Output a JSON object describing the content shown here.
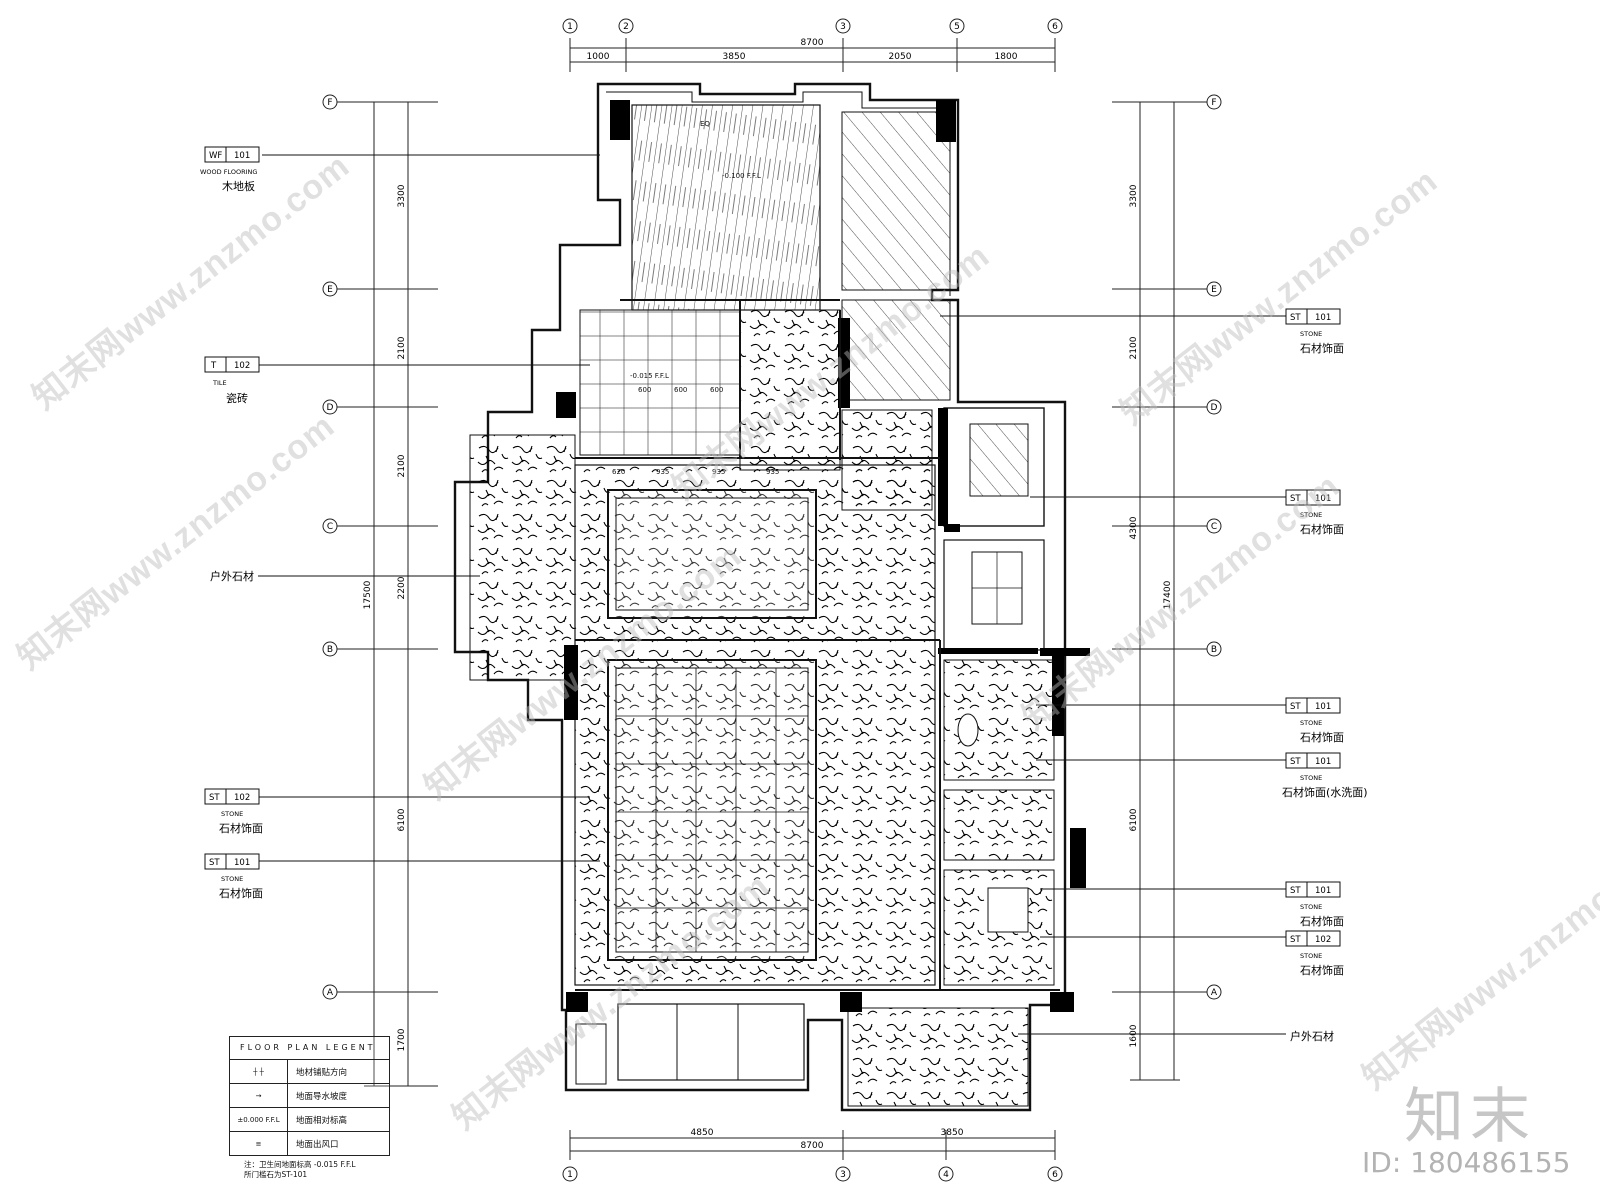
{
  "grid": {
    "top_axes": [
      "1",
      "2",
      "3",
      "5",
      "6"
    ],
    "bottom_axes": [
      "1",
      "3",
      "4",
      "6"
    ],
    "row_axes": [
      "F",
      "E",
      "D",
      "C",
      "B",
      "A"
    ],
    "top_total": "8700",
    "top_segments": [
      "1000",
      "3850",
      "2050",
      "1800"
    ],
    "bottom_total": "8700",
    "bottom_segments": [
      "4850",
      "3850"
    ],
    "left_total": "17500",
    "left_segments": [
      "3300",
      "2100",
      "2100",
      "2200",
      "6100",
      "1700"
    ],
    "right_total": "17400",
    "right_segments": [
      "3300",
      "2100",
      "4300",
      "6100",
      "1600"
    ]
  },
  "callouts_left": [
    {
      "code": "WF",
      "num": "101",
      "en": "WOOD FLOORING",
      "cn": "木地板"
    },
    {
      "code": "T",
      "num": "102",
      "en": "TILE",
      "cn": "瓷砖"
    },
    {
      "code": "",
      "num": "",
      "en": "",
      "cn": "户外石材"
    },
    {
      "code": "ST",
      "num": "102",
      "en": "STONE",
      "cn": "石材饰面"
    },
    {
      "code": "ST",
      "num": "101",
      "en": "STONE",
      "cn": "石材饰面"
    }
  ],
  "callouts_right": [
    {
      "code": "ST",
      "num": "101",
      "en": "STONE",
      "cn": "石材饰面"
    },
    {
      "code": "ST",
      "num": "101",
      "en": "STONE",
      "cn": "石材饰面"
    },
    {
      "code": "ST",
      "num": "101",
      "en": "STONE",
      "cn": "石材饰面"
    },
    {
      "code": "ST",
      "num": "101",
      "en": "STONE",
      "cn": "石材饰面(水洗面)"
    },
    {
      "code": "ST",
      "num": "101",
      "en": "STONE",
      "cn": "石材饰面"
    },
    {
      "code": "ST",
      "num": "102",
      "en": "STONE",
      "cn": "石材饰面"
    },
    {
      "code": "",
      "num": "",
      "en": "",
      "cn": "户外石材"
    }
  ],
  "plan_labels": {
    "level_1": "-0.100 F.F.L",
    "level_2": "-0.015 F.F.L",
    "eq": "EQ",
    "tile_dims": [
      "600",
      "600",
      "600"
    ],
    "stone_dims": [
      "935",
      "935",
      "935"
    ],
    "edge_dim": "620"
  },
  "legend": {
    "title": "FLOOR PLAN LEGENT",
    "rows": [
      {
        "symbol": "┼ ┼",
        "text": "地材铺贴方向"
      },
      {
        "symbol": "→",
        "text": "地面导水坡度"
      },
      {
        "symbol": "±0.000 F.F.L",
        "text": "地面相对标高"
      },
      {
        "symbol": "≡",
        "text": "地面出风口"
      }
    ],
    "note_line1": "注：卫生间地面标高 -0.015 F.F.L",
    "note_line2": "所门槛石为ST-101"
  },
  "watermark": {
    "text": "知末网www.znzmo.com",
    "brand": "知末",
    "id_text": "ID: 180486155"
  }
}
